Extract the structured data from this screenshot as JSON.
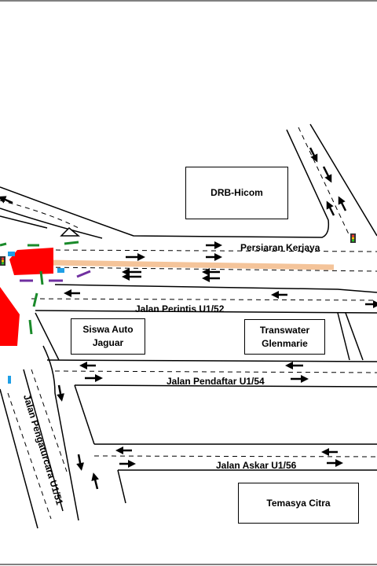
{
  "buildings": {
    "drb": "DRB-Hicom",
    "siswa": "Siswa Auto\nJaguar",
    "transwater": "Transwater\nGlenmarie",
    "temasya": "Temasya Citra"
  },
  "roads": {
    "persiaran_kerjaya": "Persiaran Kerjaya",
    "jalan_perintis": "Jalan Perintis U1/52",
    "jalan_pendaftar": "Jalan Pendaftar U1/54",
    "jalan_askar": "Jalan Askar U1/56",
    "jalan_pengaturcara": "Jalan Pengaturcara U1/51"
  },
  "colors": {
    "work_zone": "#ff0000",
    "closure_strip": "#f4c49a",
    "green_diversion": "#1a8a2a",
    "purple_diversion": "#7030a0",
    "blue_marker": "#1e9fe6"
  },
  "icons": [
    "traffic-light-icon",
    "warning-triangle-icon"
  ]
}
